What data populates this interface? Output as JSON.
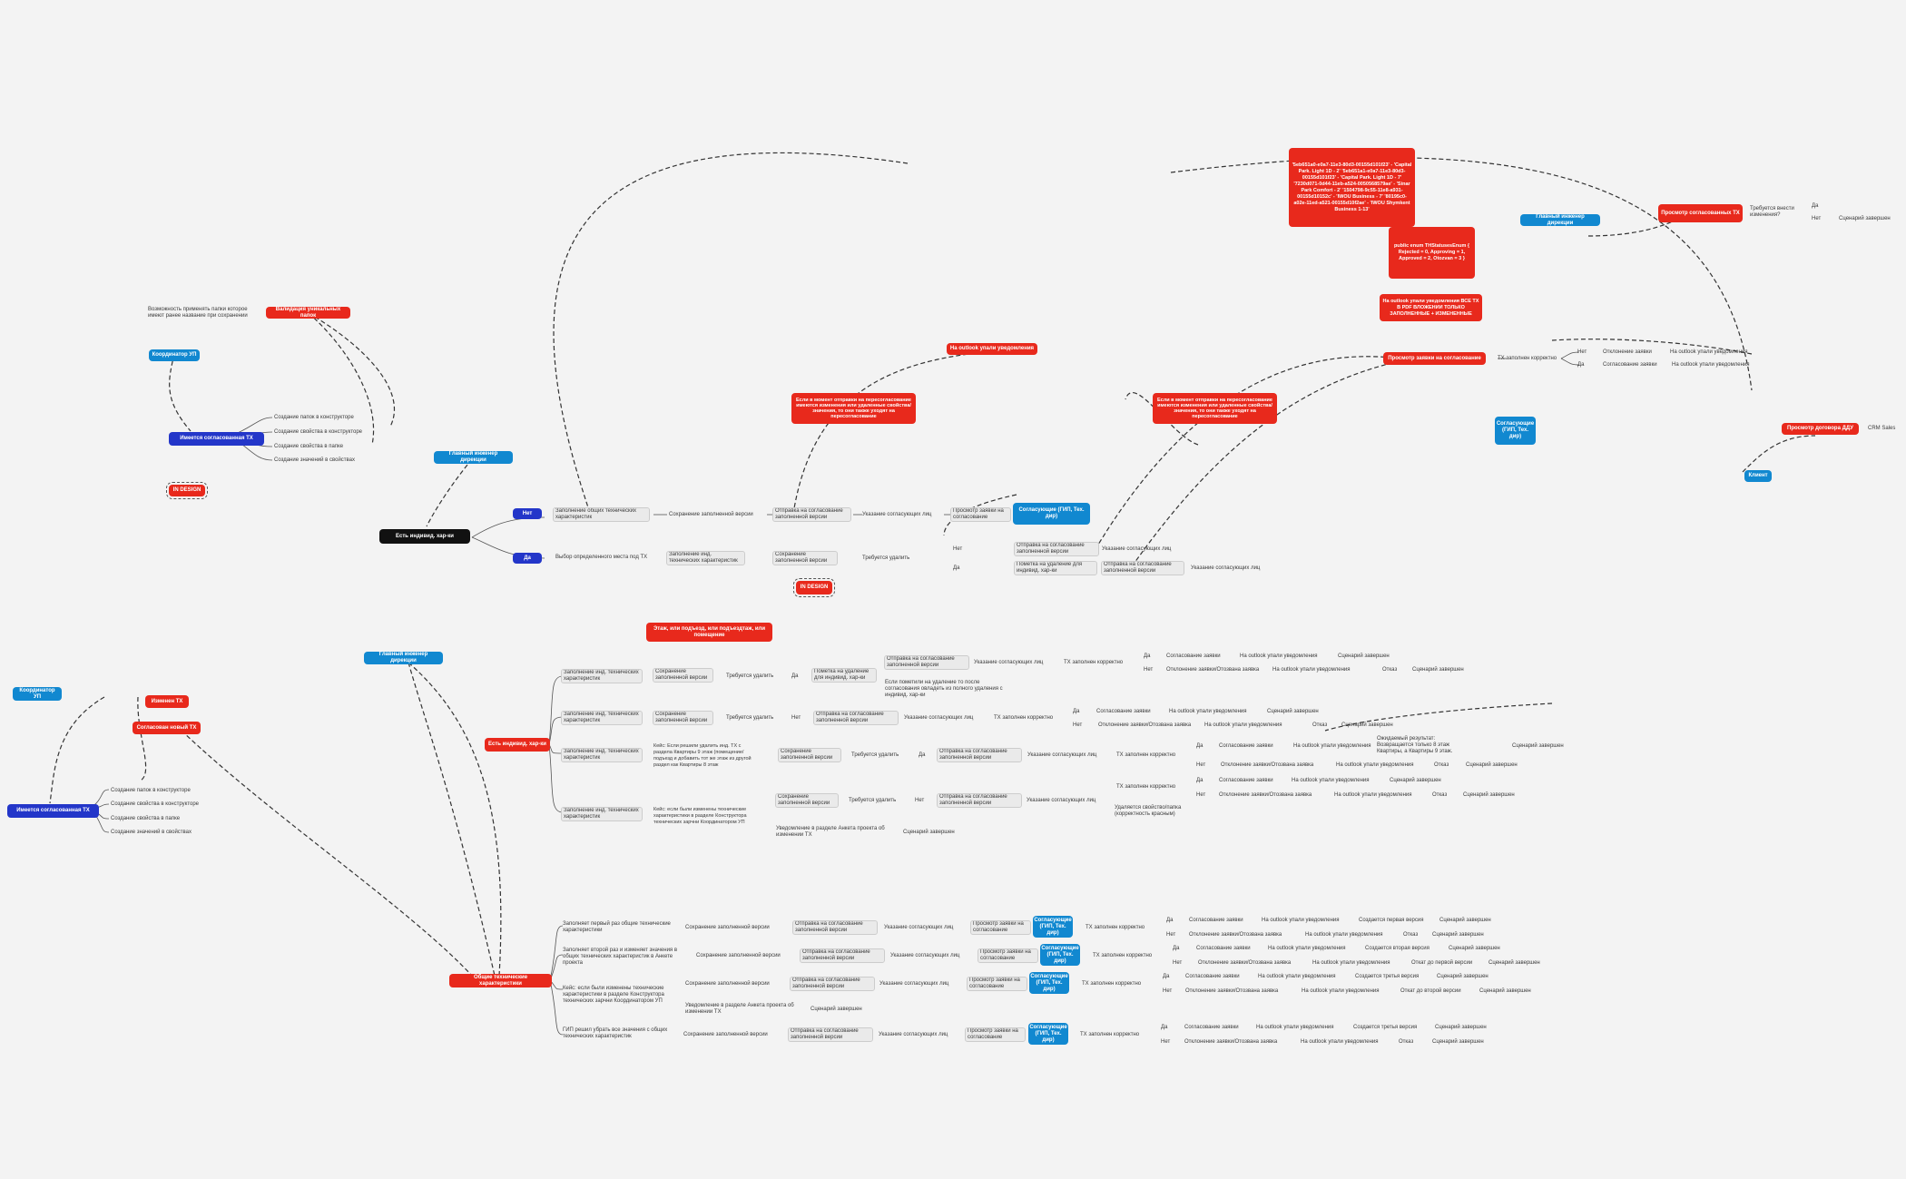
{
  "labels": {
    "validacia": "Валидация уникальных папок",
    "vozmozhnost": "Возможность применять папки которое имеют ранее название при сохранении",
    "koord1": "Координатор УП",
    "imeetsa1": "Имеется согласованная ТХ",
    "soz_papok": "Создание папок в конструкторе",
    "soz_svoistv": "Создание свойства в конструкторе",
    "soz_svoistv_papke": "Создание свойства в папке",
    "soz_znach": "Создание значений в свойствах",
    "in_design": "IN DESIGN",
    "glavniy_rd": "Главный инженер дирекции",
    "est_indiv": "Есть индивид. хар-ки",
    "net": "Нет",
    "da": "Да",
    "zapoln_obsh": "Заполнение общих технических характеристик",
    "sohr_zapoln": "Сохранение заполненной версии",
    "otpravka": "Отправка на согласование заполненной версии",
    "ukazanie": "Указание согласующих лиц",
    "prosmotr_zayavki": "Просмотр заявки на согласование",
    "soglasuyushie": "Согласующие (ГИП, Тех. дир)",
    "vybor": "Выбор определенного места под ТХ",
    "zapoln_ind": "Заполнение инд. технических характеристик",
    "sohranenie": "Сохранение заполненной версии",
    "trebuetsa": "Требуется удалить",
    "pometka": "Пометка на удаление для индивид. хар-ки",
    "outlook_red1": "На outlook упали уведомления",
    "esli_moment1": "Если в момент отправки на пересогласование имеются изменения или удаленные свойства/значения, то они также уходят на пересогласование",
    "esli_moment2": "Если в момент отправки на пересогласование имеются изменения или удаленные свойства/значения, то они также уходят на пересогласование",
    "ids": "'5eb651a0-e0a7-11e3-80d3-00155d101f23' - 'Capital Park. Light 1D - 2' '5eb651a1-e0a7-11e3-80d3-00155d101f23' - 'Capital Park. Light 1D - 7' '7230d071-0d44-11eb-a524-0050568579ae' - 'Sinar Park Comfort - 2' '1504798-9c55-11e8-a931-00155d10152c' - 'IWOU Business - 7' '80195c0-a02e-11ed-a521-00155d10f2ae' - 'IWOU Shymkent Business 1-13'",
    "enum": "public enum THStatusesEnum { Rejected = 0, Approving = 1, Approved = 2, Otozvan = 3 }",
    "outlook_red2": "На outlook упали уведомления ВСЕ ТХ В PDF ВЛОЖЕНИИ ТОЛЬКО ЗАПОЛНЕННЫЕ + ИЗМЕНЕННЫЕ",
    "prosmotr_red": "Просмотр заявки на согласование",
    "tx_zapoln": "ТХ заполнен корректно",
    "otklonenie": "Отклонение заявки",
    "soglasovanie": "Согласование заявки",
    "na_outlook": "На outlook упали уведомления",
    "glavniy_rd2": "Главный инженер дирекции",
    "prosmotr_sogl": "Просмотр согласованных ТХ",
    "trebuetsa_vnesti": "Требуется внести изменения?",
    "scen_zav": "Сценарий завершен",
    "prosmotr_ddu": "Просмотр договора ДДУ",
    "crm": "CRM Sales",
    "klient": "Клиент",
    "etazh": "Этаж, или подъезд, или подъездтаж, или помещение",
    "koord2": "Координатор УП",
    "izmenen": "Изменен ТХ",
    "soglasovan": "Согласован новый ТХ",
    "imeetsa2": "Имеется согласованная ТХ",
    "glavniy_rd3": "Главный инженер дирекции",
    "est_indiv2": "Есть индивид. хар-ки",
    "obshie": "Общие технические характеристики",
    "otkl_otz": "Отклонение заявки/Отозвана заявка",
    "otkaz": "Отказ",
    "esli_pometka": "Если пометили на удаление то после согласования овладеть из полного удаления с индивид. хар-ки",
    "keis_reshili": "Кейс: Если решили удалить инд. ТХ с раздела Квартиры 9 этаж (помещение/ подъезд и добавить тот же этаж из другой раздел как Квартиры 8 этаж",
    "keis_bili": "Кейс: если были изменены технические характеристики в разделе Конструктора технических зарчни Координатором УП",
    "uvedomlenie": "Уведомление в разделе Анкета проекта об изменении ТХ",
    "ozhidaemiy": "Ожидаемый результат: Возвращается только 8 этаж Квартиры, а Квартиры 9 этаж.",
    "udalyaetsa": "Удаляется свойство/папка (корректность красным)",
    "zapoln_perv": "Заполняет первый раз общие технические характеристики",
    "zapoln_vtor": "Заполняет второй раз и изменяет значения в общих технических характеристик в Анкете проекта",
    "keis_izmen": "Кейс: если были изменены технические характеристики в разделе Конструктора технических зарчни Координатором УП",
    "gip_reshil": "ГИП решил убрать все значения с общих технических характеристик",
    "sozdaetsa_perv": "Создается первая версия",
    "sozdaetsa_vtor": "Создается вторая версия",
    "sozdaetsa_tret": "Создается третья версия",
    "otkat_perv": "Откат до первой версии",
    "otkat_vtor": "Откат до второй версии"
  }
}
